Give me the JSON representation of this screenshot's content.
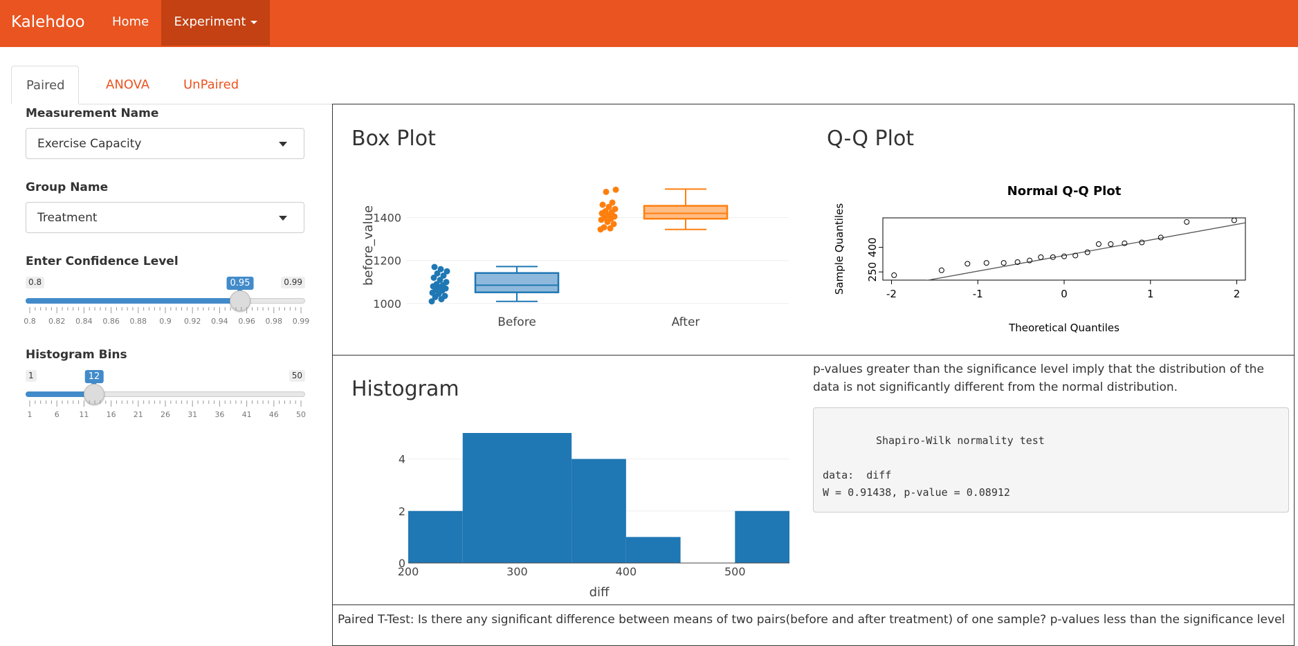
{
  "navbar": {
    "brand": "Kalehdoo",
    "home": "Home",
    "experiment": "Experiment"
  },
  "tabs": [
    "Paired",
    "ANOVA",
    "UnPaired"
  ],
  "sidebar": {
    "measurement_label": "Measurement Name",
    "measurement_value": "Exercise Capacity",
    "group_label": "Group Name",
    "group_value": "Treatment",
    "confidence_label": "Enter Confidence Level",
    "confidence": {
      "min": "0.8",
      "max": "0.99",
      "value": "0.95",
      "ticks": [
        "0.8",
        "0.82",
        "0.84",
        "0.86",
        "0.88",
        "0.9",
        "0.92",
        "0.94",
        "0.96",
        "0.98",
        "0.99"
      ]
    },
    "bins_label": "Histogram Bins",
    "bins": {
      "min": "1",
      "max": "50",
      "value": "12",
      "ticks": [
        "1",
        "6",
        "11",
        "16",
        "21",
        "26",
        "31",
        "36",
        "41",
        "46",
        "50"
      ]
    }
  },
  "boxplot": {
    "heading": "Box Plot"
  },
  "qqplot": {
    "heading": "Q-Q Plot"
  },
  "histogram": {
    "heading": "Histogram"
  },
  "normality": {
    "note": "p-values greater than the significance level imply that the distribution of the data is not significantly different from the normal distribution.",
    "test_title": "Shapiro-Wilk normality test",
    "data_line": "data:  diff",
    "result_line": "W = 0.91438, p-value = 0.08912"
  },
  "ttest_note": "Paired T-Test: Is there any significant difference between means of two pairs(before and after treatment) of one sample? p-values less than the significance level",
  "colors": {
    "navbar": "#e95420",
    "before": "#1f77b4",
    "after": "#ff7f0e",
    "slider": "#428bca"
  },
  "chart_data": [
    {
      "type": "box",
      "ylabel": "before_value",
      "categories": [
        "Before",
        "After"
      ],
      "y_ticks": [
        1000,
        1200,
        1400
      ],
      "ylim": [
        980,
        1560
      ],
      "series": [
        {
          "name": "Before",
          "values": [
            1010,
            1020,
            1030,
            1035,
            1045,
            1050,
            1060,
            1065,
            1070,
            1075,
            1080,
            1085,
            1090,
            1100,
            1110,
            1120,
            1130,
            1140,
            1150,
            1160,
            1170
          ],
          "box": {
            "min": 1010,
            "q1": 1052,
            "median": 1085,
            "q3": 1142,
            "max": 1172
          }
        },
        {
          "name": "After",
          "values": [
            1345,
            1350,
            1355,
            1370,
            1380,
            1390,
            1395,
            1400,
            1405,
            1410,
            1420,
            1425,
            1430,
            1440,
            1450,
            1460,
            1470,
            1520,
            1530
          ],
          "box": {
            "min": 1345,
            "q1": 1395,
            "median": 1420,
            "q3": 1455,
            "max": 1533
          }
        }
      ]
    },
    {
      "type": "scatter",
      "title": "Normal Q-Q Plot",
      "xlabel": "Theoretical Quantiles",
      "ylabel": "Sample Quantiles",
      "x_ticks": [
        "-2",
        "-1",
        "0",
        "1",
        "2"
      ],
      "y_ticks": [
        "250",
        "400"
      ],
      "xlim": [
        -2.1,
        2.1
      ],
      "ylim": [
        200,
        580
      ],
      "x": [
        -1.97,
        -1.42,
        -1.12,
        -0.9,
        -0.7,
        -0.54,
        -0.4,
        -0.27,
        -0.13,
        0,
        0.13,
        0.27,
        0.4,
        0.54,
        0.7,
        0.9,
        1.12,
        1.42,
        1.97
      ],
      "y": [
        230,
        260,
        300,
        305,
        305,
        310,
        320,
        340,
        340,
        345,
        350,
        370,
        420,
        420,
        425,
        430,
        460,
        555,
        565
      ],
      "line": {
        "x": [
          -2.1,
          2.1
        ],
        "y": [
          150,
          550
        ]
      }
    },
    {
      "type": "bar",
      "xlabel": "diff",
      "x_ticks": [
        "200",
        "300",
        "400",
        "500"
      ],
      "y_ticks": [
        "0",
        "2",
        "4"
      ],
      "ylim": [
        0,
        5
      ],
      "bins": [
        [
          200,
          250
        ],
        [
          250,
          350
        ],
        [
          350,
          400
        ],
        [
          400,
          450
        ],
        [
          450,
          500
        ],
        [
          500,
          550
        ]
      ],
      "values": [
        2,
        5,
        4,
        1,
        0,
        2
      ]
    }
  ]
}
